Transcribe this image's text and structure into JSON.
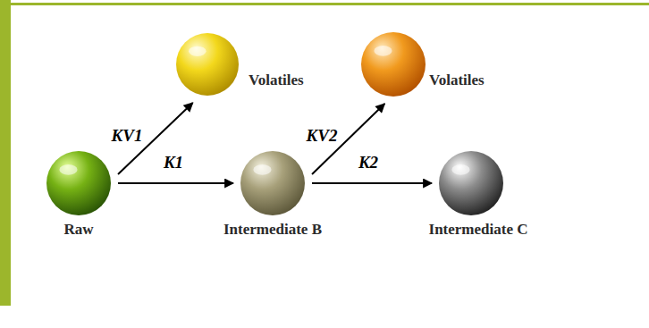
{
  "diagram": {
    "nodes": [
      {
        "text": [
          "Raw"
        ]
      },
      {
        "text": [
          "Volatiles"
        ]
      },
      {
        "text": [
          "Intermediate B"
        ]
      },
      {
        "text": [
          "Volatiles"
        ]
      },
      {
        "text": [
          "Intermediate C"
        ]
      }
    ],
    "edges": [
      {
        "from": 0,
        "to": 2,
        "label": "K1",
        "arrow": "to"
      },
      {
        "from": 0,
        "to": 1,
        "label": "KV1",
        "arrow": "to"
      },
      {
        "from": 2,
        "to": 4,
        "label": "K2",
        "arrow": "to"
      },
      {
        "from": 2,
        "to": 3,
        "label": "KV2",
        "arrow": "to"
      }
    ]
  }
}
